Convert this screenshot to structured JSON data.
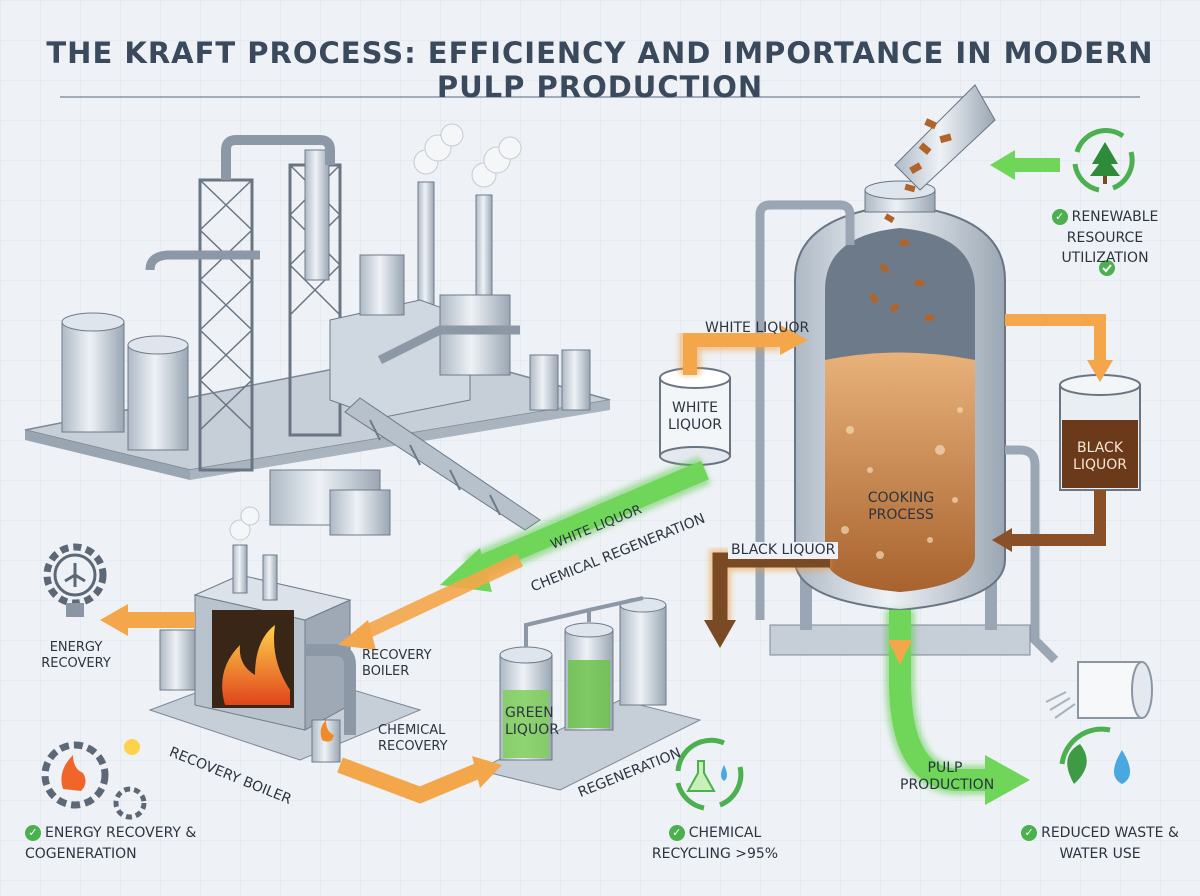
{
  "title": "THE KRAFT PROCESS: EFFICIENCY AND IMPORTANCE IN MODERN PULP PRODUCTION",
  "colors": {
    "green": "#5cc84a",
    "orange": "#f29a3a",
    "brown": "#7a4a24",
    "steel": "#c9d2dc",
    "liquor": "#c8854a"
  },
  "labels": {
    "white_liquor_arrow": "WHITE LIQUOR",
    "white_liquor_tank": "WHITE LIQUOR",
    "black_liquor_tank": "BLACK LIQUOR",
    "black_liquor_flow": "BLACK LIQUOR",
    "cooking_process": "COOKING PROCESS",
    "white_liquor_return": "WHITE LIQUOR",
    "chemical_regeneration": "CHEMICAL REGENERATION",
    "recovery_boiler_side": "RECOVERY BOILER",
    "recovery_boiler_base": "RECOVERY BOILER",
    "chemical_recovery": "CHEMICAL RECOVERY",
    "green_liquor": "GREEN LIQUOR",
    "regeneration": "REGENERATION",
    "pulp_production": "PULP PRODUCTION",
    "energy_recovery": "ENERGY RECOVERY"
  },
  "benefits": {
    "renewable": "RENEWABLE RESOURCE UTILIZATION",
    "energy": "ENERGY RECOVERY & COGENERATION",
    "chemical": "CHEMICAL RECYCLING >95%",
    "waste": "REDUCED WASTE & WATER USE"
  },
  "icons": [
    "recycle-tree-icon",
    "gear-lightbulb-icon",
    "flame-gear-icon",
    "recycle-flask-icon",
    "leaf-water-icon",
    "pulp-roll-icon",
    "check-icon"
  ]
}
